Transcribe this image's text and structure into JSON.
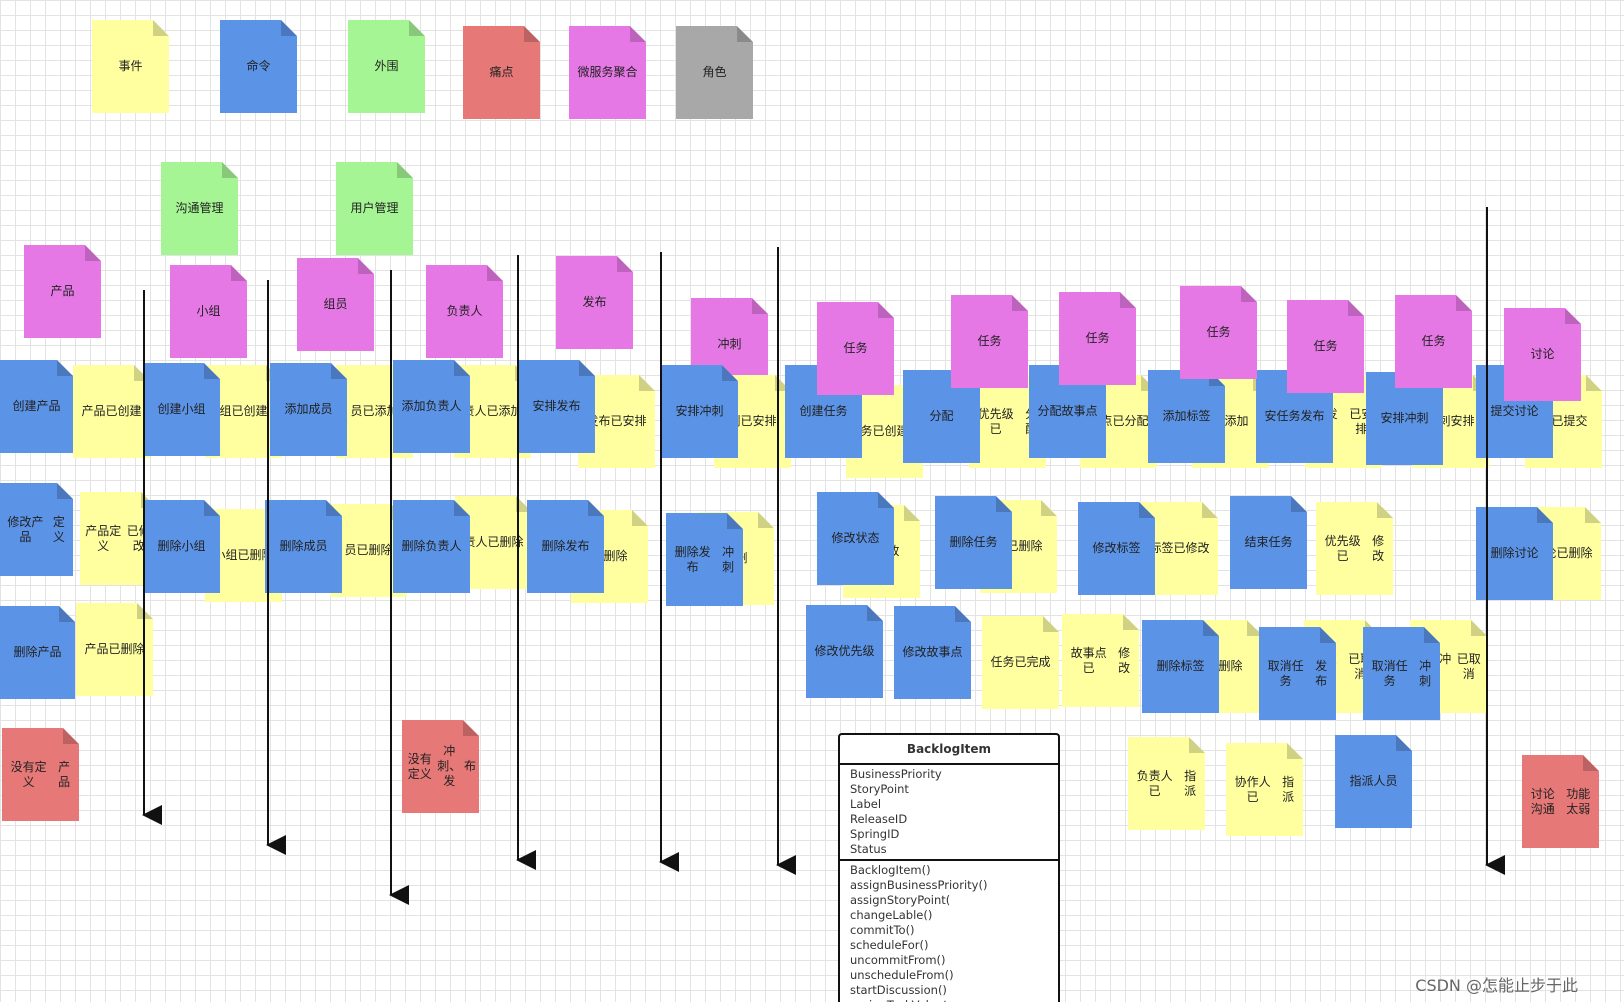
{
  "colors": {
    "event": "#ffffa0",
    "command": "#5b93e6",
    "external": "#a6f594",
    "pain": "#e67878",
    "aggregate": "#e678e6",
    "role": "#a8a8a8"
  },
  "legend": [
    {
      "text": "事件",
      "kind": "event"
    },
    {
      "text": "命令",
      "kind": "command"
    },
    {
      "text": "外围",
      "kind": "external"
    },
    {
      "text": "痛点",
      "kind": "pain"
    },
    {
      "text": "微服务\n聚合",
      "kind": "aggregate"
    },
    {
      "text": "角色",
      "kind": "role"
    }
  ],
  "notes": [
    {
      "text": "沟通管理",
      "kind": "external"
    },
    {
      "text": "用户管理",
      "kind": "external"
    },
    {
      "text": "产品",
      "kind": "aggregate"
    },
    {
      "text": "小组",
      "kind": "aggregate"
    },
    {
      "text": "组员",
      "kind": "aggregate"
    },
    {
      "text": "负责人",
      "kind": "aggregate"
    },
    {
      "text": "发布",
      "kind": "aggregate"
    },
    {
      "text": "冲刺",
      "kind": "aggregate"
    },
    {
      "text": "产品已创\n建",
      "kind": "event"
    },
    {
      "text": "组已创\n建",
      "kind": "event"
    },
    {
      "text": "员已添\n加",
      "kind": "event"
    },
    {
      "text": "责人已\n添加",
      "kind": "event"
    },
    {
      "text": "发布已安\n排",
      "kind": "event"
    },
    {
      "text": "刺已安\n排",
      "kind": "event"
    },
    {
      "text": "务已创\n建",
      "kind": "event"
    },
    {
      "text": "优先级已\n分配",
      "kind": "event"
    },
    {
      "text": "事点已\n分配",
      "kind": "event"
    },
    {
      "text": "已添\n加",
      "kind": "event"
    },
    {
      "text": "务发布\n已安排",
      "kind": "event"
    },
    {
      "text": "冲刺\n安排",
      "kind": "event"
    },
    {
      "text": "论已提\n交",
      "kind": "event"
    },
    {
      "text": "创建产品",
      "kind": "command"
    },
    {
      "text": "创建小组",
      "kind": "command"
    },
    {
      "text": "添加成员",
      "kind": "command"
    },
    {
      "text": "添加负责\n人",
      "kind": "command"
    },
    {
      "text": "安排发布",
      "kind": "command"
    },
    {
      "text": "安排冲刺",
      "kind": "command"
    },
    {
      "text": "创建任务",
      "kind": "command"
    },
    {
      "text": "分配",
      "kind": "command"
    },
    {
      "text": "分配故事\n点",
      "kind": "command"
    },
    {
      "text": "添加标签",
      "kind": "command"
    },
    {
      "text": "安任务发\n布",
      "kind": "command"
    },
    {
      "text": "安排冲刺",
      "kind": "command"
    },
    {
      "text": "提交讨论",
      "kind": "command"
    },
    {
      "text": "任务",
      "kind": "aggregate"
    },
    {
      "text": "任务",
      "kind": "aggregate"
    },
    {
      "text": "任务",
      "kind": "aggregate"
    },
    {
      "text": "任务",
      "kind": "aggregate"
    },
    {
      "text": "任务",
      "kind": "aggregate"
    },
    {
      "text": "任务",
      "kind": "aggregate"
    },
    {
      "text": "讨论",
      "kind": "aggregate"
    },
    {
      "text": "产品定义\n已修改",
      "kind": "event"
    },
    {
      "text": "小组已删\n除",
      "kind": "event"
    },
    {
      "text": "员已删\n除",
      "kind": "event"
    },
    {
      "text": "责人已\n删除",
      "kind": "event"
    },
    {
      "text": "已删\n除",
      "kind": "event"
    },
    {
      "text": "已删",
      "kind": "event"
    },
    {
      "text": "已修\n改",
      "kind": "event"
    },
    {
      "text": "务已删\n除",
      "kind": "event"
    },
    {
      "text": "标签已修\n改",
      "kind": "event"
    },
    {
      "text": "优先级已\n修改",
      "kind": "event"
    },
    {
      "text": "讨论已删\n除",
      "kind": "event"
    },
    {
      "text": "修改产品\n定义",
      "kind": "command"
    },
    {
      "text": "删除小组",
      "kind": "command"
    },
    {
      "text": "删除成员",
      "kind": "command"
    },
    {
      "text": "删除负责\n人",
      "kind": "command"
    },
    {
      "text": "删除发布",
      "kind": "command"
    },
    {
      "text": "删除发布\n冲刺",
      "kind": "command"
    },
    {
      "text": "修改状态",
      "kind": "command"
    },
    {
      "text": "删除任务",
      "kind": "command"
    },
    {
      "text": "修改标签",
      "kind": "command"
    },
    {
      "text": "结束任务",
      "kind": "command"
    },
    {
      "text": "删除讨论",
      "kind": "command"
    },
    {
      "text": "产品已删\n除",
      "kind": "event"
    },
    {
      "text": "任务已完\n成",
      "kind": "event"
    },
    {
      "text": "故事点已\n修改",
      "kind": "event"
    },
    {
      "text": "已删\n除",
      "kind": "event"
    },
    {
      "text": "务发布\n已取消",
      "kind": "event"
    },
    {
      "text": "任务冲刺\n已取消",
      "kind": "event"
    },
    {
      "text": "删除产品",
      "kind": "command"
    },
    {
      "text": "修改优先\n级",
      "kind": "command"
    },
    {
      "text": "修改故事\n点",
      "kind": "command"
    },
    {
      "text": "删除标签",
      "kind": "command"
    },
    {
      "text": "取消任务\n发布",
      "kind": "command"
    },
    {
      "text": "取消任务\n冲刺",
      "kind": "command"
    },
    {
      "text": "没有定义\n产品",
      "kind": "pain"
    },
    {
      "text": "没有定义\n冲刺、发\n布",
      "kind": "pain"
    },
    {
      "text": "负责人已\n指派",
      "kind": "event"
    },
    {
      "text": "协作人已\n指派",
      "kind": "event"
    },
    {
      "text": "指派人员",
      "kind": "command"
    },
    {
      "text": "讨论沟通\n功能太弱",
      "kind": "pain"
    }
  ],
  "uml": {
    "title": "BacklogItem",
    "attributes": [
      "BusinessPriority",
      "StoryPoint",
      "Label",
      "ReleaseID",
      "SpringID",
      "Status"
    ],
    "methods": [
      "BacklogItem()",
      "assignBusinessPriority()",
      "assignStoryPoint(",
      "changeLable()",
      "commitTo()",
      "scheduleFor()",
      "uncommitFrom()",
      "unscheduleFrom()",
      "startDiscussion()",
      "assignTaskVolunteer"
    ]
  },
  "watermark": "CSDN @怎能止步于此"
}
